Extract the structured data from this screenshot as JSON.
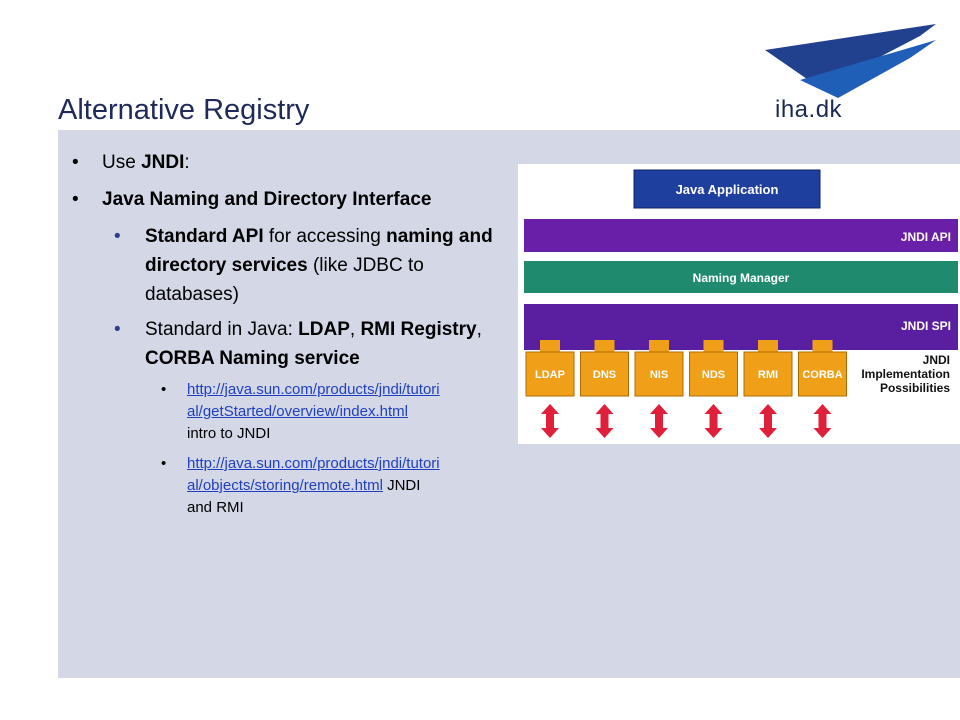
{
  "slide": {
    "title": "Alternative Registry",
    "logo_text": "iha.dk"
  },
  "bullets": {
    "b1_prefix": "Use ",
    "b1_bold": "JNDI",
    "b1_suffix": ":",
    "b2": "Java Naming and Directory Interface",
    "s1_bold1": "Standard API",
    "s1_text1": " for accessing ",
    "s1_bold2": "naming and directory services",
    "s1_text2": " (like JDBC to databases)",
    "s2_text1": "Standard in Java: ",
    "s2_bold1": "LDAP",
    "s2_text2": ", ",
    "s2_bold2": "RMI Registry",
    "s2_text3": ", ",
    "s2_bold3": "CORBA Naming service",
    "link1_line1": "http://java.sun.com/products/jndi/tutori",
    "link1_line2": "al/getStarted/overview/index.html",
    "link1_desc": "intro to JNDI",
    "link2_line1": "http://java.sun.com/products/jndi/tutori",
    "link2_line2": "al/objects/storing/remote.html",
    "link2_desc1": " JNDI",
    "link2_desc2": "and RMI"
  },
  "diagram": {
    "java_application": "Java Application",
    "jndi_api": "JNDI API",
    "naming_manager": "Naming Manager",
    "jndi_spi": "JNDI SPI",
    "impl_line1": "JNDI",
    "impl_line2": "Implementation",
    "impl_line3": "Possibilities",
    "providers": [
      "LDAP",
      "DNS",
      "NIS",
      "NDS",
      "RMI",
      "CORBA"
    ],
    "colors": {
      "app_box": "#1f3f9f",
      "api_bar": "#6a1fa8",
      "naming_bar": "#1f8a6e",
      "spi_bar": "#5a1fa0",
      "provider_box": "#f0a018",
      "arrow": "#e0203a"
    }
  }
}
